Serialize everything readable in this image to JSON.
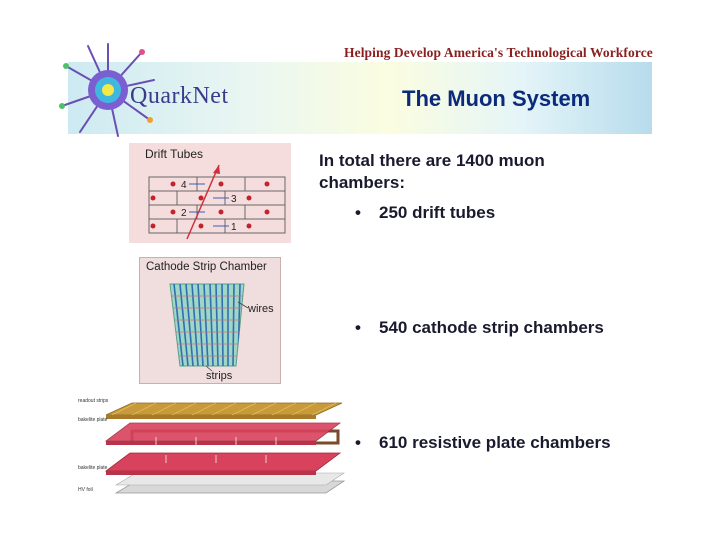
{
  "header": {
    "tagline": "Helping Develop America's Technological Workforce",
    "logo_text": "QuarkNet",
    "slide_title": "The Muon System"
  },
  "body": {
    "intro": "In total there are 1400 muon chambers:",
    "bullet_char": "•",
    "bullets": [
      "250 drift tubes",
      "540 cathode strip chambers",
      "610 resistive plate chambers"
    ]
  },
  "figures": {
    "drift_tubes": {
      "title": "Drift Tubes",
      "numbers": [
        "4",
        "3",
        "2",
        "1"
      ]
    },
    "csc": {
      "title": "Cathode Strip Chamber",
      "wires_label": "wires",
      "strips_label": "strips"
    },
    "rpc": {
      "layer_labels": [
        "readout strips",
        "bakelite plate",
        "bakelite plate",
        "HV foil"
      ]
    }
  },
  "colors": {
    "title_blue": "#0b2a7a",
    "tagline_red": "#8a1f1f",
    "rpc_red": "#d9425c"
  }
}
